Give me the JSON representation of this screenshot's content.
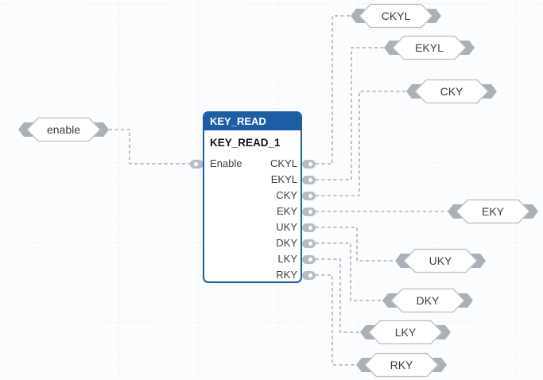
{
  "block": {
    "type_name": "KEY_READ",
    "instance_name": "KEY_READ_1",
    "inputs": [
      {
        "name": "Enable"
      }
    ],
    "outputs": [
      {
        "name": "CKYL"
      },
      {
        "name": "EKYL"
      },
      {
        "name": "CKY"
      },
      {
        "name": "EKY"
      },
      {
        "name": "UKY"
      },
      {
        "name": "DKY"
      },
      {
        "name": "LKY"
      },
      {
        "name": "RKY"
      }
    ]
  },
  "tags": [
    {
      "label": "enable",
      "direction": "source"
    },
    {
      "label": "CKYL",
      "direction": "sink"
    },
    {
      "label": "EKYL",
      "direction": "sink"
    },
    {
      "label": "CKY",
      "direction": "sink"
    },
    {
      "label": "EKY",
      "direction": "sink"
    },
    {
      "label": "UKY",
      "direction": "sink"
    },
    {
      "label": "DKY",
      "direction": "sink"
    },
    {
      "label": "LKY",
      "direction": "sink"
    },
    {
      "label": "RKY",
      "direction": "sink"
    }
  ],
  "wires": [
    {
      "from": "enable",
      "to": "KEY_READ_1.Enable"
    },
    {
      "from": "KEY_READ_1.CKYL",
      "to": "CKYL"
    },
    {
      "from": "KEY_READ_1.EKYL",
      "to": "EKYL"
    },
    {
      "from": "KEY_READ_1.CKY",
      "to": "CKY"
    },
    {
      "from": "KEY_READ_1.EKY",
      "to": "EKY"
    },
    {
      "from": "KEY_READ_1.UKY",
      "to": "UKY"
    },
    {
      "from": "KEY_READ_1.DKY",
      "to": "DKY"
    },
    {
      "from": "KEY_READ_1.LKY",
      "to": "LKY"
    },
    {
      "from": "KEY_READ_1.RKY",
      "to": "RKY"
    }
  ],
  "colors": {
    "block_accent": "#1d5da7",
    "wire": "#9aa0a6",
    "tag_pin": "#a9b0b7",
    "tag_border": "#b9bfc5",
    "grid": "#e7eaee",
    "background": "#fbfcfd"
  }
}
